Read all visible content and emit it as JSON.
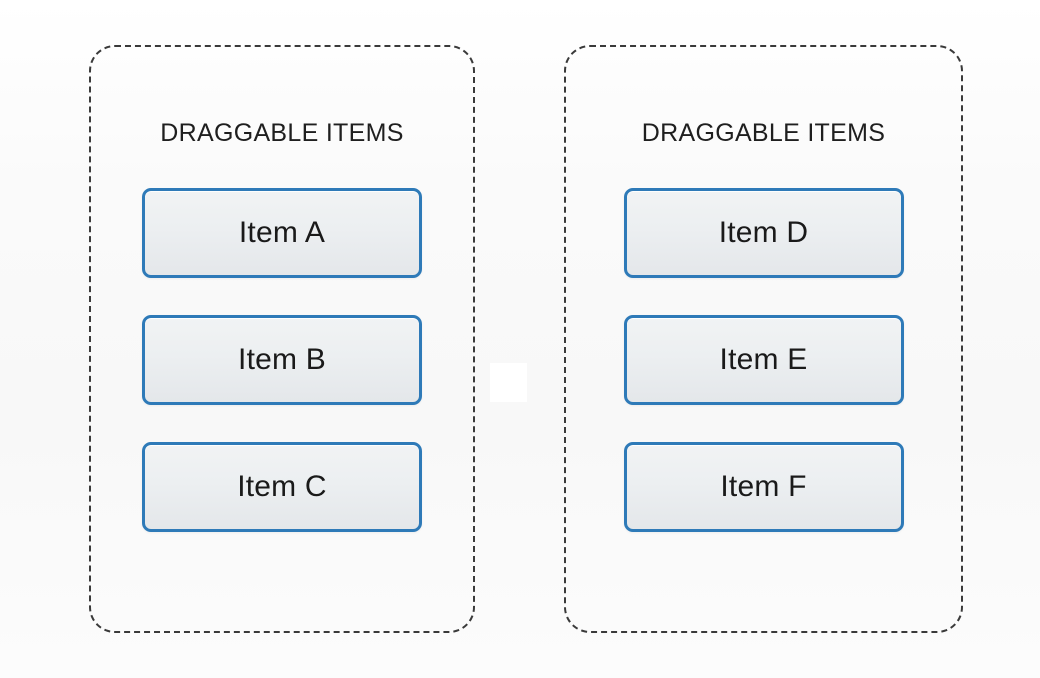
{
  "page": {
    "background_color": "#fafafa",
    "accent_color": "#2e7ab8",
    "item_fill_color": "#eceff1",
    "border_style": "dashed"
  },
  "zones": [
    {
      "id": "zone-left",
      "title": "DRAGGABLE ITEMS",
      "items": [
        {
          "label": "Item A"
        },
        {
          "label": "Item B"
        },
        {
          "label": "Item C"
        }
      ]
    },
    {
      "id": "zone-right",
      "title": "DRAGGABLE ITEMS",
      "items": [
        {
          "label": "Item D"
        },
        {
          "label": "Item E"
        },
        {
          "label": "Item F"
        }
      ]
    }
  ]
}
